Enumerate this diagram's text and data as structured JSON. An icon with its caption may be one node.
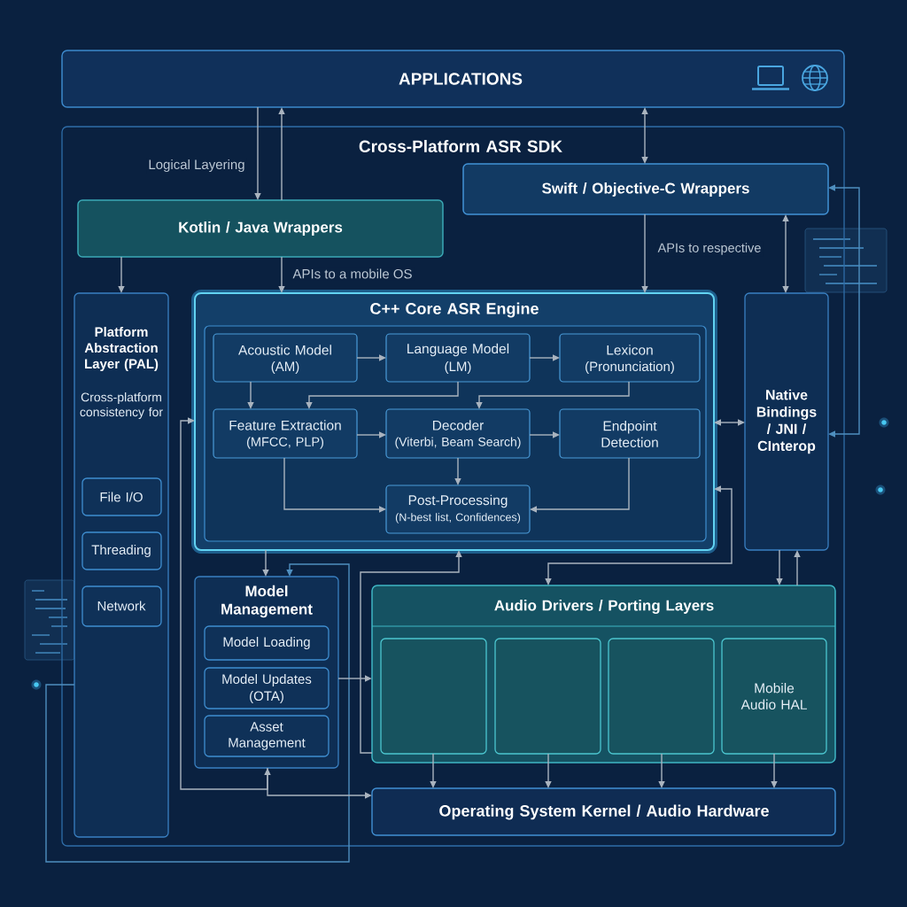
{
  "diagram": {
    "nodes": [
      {
        "text": [
          "APPLICATIONS"
        ]
      },
      {
        "text": [
          "Cross-Platform ASR SDK"
        ]
      },
      {
        "text": [
          "Kotlin / Java Wrappers"
        ],
        "in": 1
      },
      {
        "text": [
          "Swift / Objective-C Wrappers"
        ],
        "in": 1
      },
      {
        "text": [
          "Platform Abstraction Layer (PAL)",
          "Cross-platform consistency for"
        ],
        "in": 1
      },
      {
        "text": [
          "File I/O"
        ],
        "in": 4
      },
      {
        "text": [
          "Threading"
        ],
        "in": 4
      },
      {
        "text": [
          "Network"
        ],
        "in": 4
      },
      {
        "text": [
          "C++ Core ASR Engine"
        ],
        "in": 1
      },
      {
        "text": [
          "Acoustic Model",
          "(AM)"
        ],
        "in": 8
      },
      {
        "text": [
          "Language Model",
          "(LM)"
        ],
        "in": 8
      },
      {
        "text": [
          "Lexicon",
          "(Pronunciation)"
        ],
        "in": 8
      },
      {
        "text": [
          "Feature Extraction",
          "(MFCC, PLP)"
        ],
        "in": 8
      },
      {
        "text": [
          "Decoder",
          "(Viterbi, Beam Search)"
        ],
        "in": 8
      },
      {
        "text": [
          "Endpoint Detection"
        ],
        "in": 8
      },
      {
        "text": [
          "Post-Processing",
          "(N-best list, Confidences)"
        ],
        "in": 8
      },
      {
        "text": [
          "Native Bindings / JNI / CInterop"
        ],
        "in": 1
      },
      {
        "text": [
          "Model Management"
        ],
        "in": 1
      },
      {
        "text": [
          "Model Loading"
        ],
        "in": 17
      },
      {
        "text": [
          "Model Updates",
          "(OTA)"
        ],
        "in": 17
      },
      {
        "text": [
          "Asset Management"
        ],
        "in": 17
      },
      {
        "text": [
          "Audio Drivers / Porting Layers"
        ],
        "in": 1
      },
      {
        "text": [],
        "shape": "box",
        "in": 21
      },
      {
        "text": [],
        "shape": "box",
        "in": 21
      },
      {
        "text": [],
        "shape": "box",
        "in": 21
      },
      {
        "text": [
          "Mobile Audio HAL"
        ],
        "in": 21
      },
      {
        "text": [
          "Operating System Kernel / Audio Hardware"
        ],
        "in": 1
      }
    ],
    "edges": [
      {
        "from": 0,
        "to": 2,
        "arrow": "to",
        "label": "Logical Layering"
      },
      {
        "from": 2,
        "to": 0,
        "arrow": "to"
      },
      {
        "from": 2,
        "to": 8,
        "arrow": "to",
        "label": "APIs to a mobile OS"
      },
      {
        "from": 0,
        "to": 3,
        "arrow": "both"
      },
      {
        "from": 3,
        "to": 8,
        "arrow": "to",
        "label": "APIs to respective"
      },
      {
        "from": 2,
        "to": 4,
        "arrow": "to"
      },
      {
        "from": 3,
        "to": 16,
        "arrow": "both"
      },
      {
        "from": 8,
        "to": 16,
        "arrow": "both"
      },
      {
        "from": 3,
        "to": 16,
        "arrow": "both",
        "color": "#4f8fbf"
      },
      {
        "from": 9,
        "to": 10,
        "arrow": "to"
      },
      {
        "from": 10,
        "to": 11,
        "arrow": "to"
      },
      {
        "from": 9,
        "to": 12,
        "arrow": "to"
      },
      {
        "from": 10,
        "to": 12,
        "arrow": "to"
      },
      {
        "from": 11,
        "to": 13,
        "arrow": "to"
      },
      {
        "from": 12,
        "to": 13,
        "arrow": "to"
      },
      {
        "from": 13,
        "to": 14,
        "arrow": "to"
      },
      {
        "from": 13,
        "to": 15,
        "arrow": "to"
      },
      {
        "from": 12,
        "to": 15,
        "arrow": "to"
      },
      {
        "from": 14,
        "to": 15,
        "arrow": "to"
      },
      {
        "from": 8,
        "to": 17,
        "arrow": "to"
      },
      {
        "from": 4,
        "to": 17,
        "arrow": "to",
        "color": "#4f8fbf"
      },
      {
        "from": 8,
        "to": 17,
        "arrow": "both"
      },
      {
        "from": 17,
        "to": 26,
        "arrow": "to"
      },
      {
        "from": 17,
        "to": 21,
        "arrow": "to"
      },
      {
        "from": 21,
        "to": 8,
        "arrow": "to"
      },
      {
        "from": 8,
        "to": 21,
        "arrow": "both"
      },
      {
        "from": 16,
        "to": 21,
        "arrow": "to"
      },
      {
        "from": 21,
        "to": 16,
        "arrow": "to"
      },
      {
        "from": 22,
        "to": 26,
        "arrow": "to"
      },
      {
        "from": 23,
        "to": 26,
        "arrow": "to"
      },
      {
        "from": 24,
        "to": 26,
        "arrow": "to"
      },
      {
        "from": 25,
        "to": 26,
        "arrow": "to"
      }
    ]
  }
}
